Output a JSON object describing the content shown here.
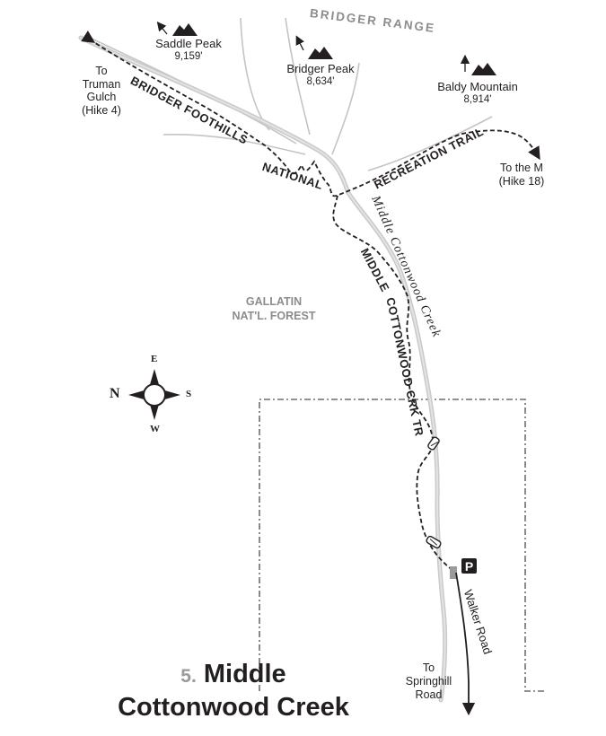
{
  "range_label": "BRIDGER RANGE",
  "peaks": [
    {
      "name": "Saddle Peak",
      "elev": "9,159'"
    },
    {
      "name": "Bridger Peak",
      "elev": "8,634'"
    },
    {
      "name": "Baldy Mountain",
      "elev": "8,914'"
    }
  ],
  "destinations": {
    "truman": [
      "To",
      "Truman",
      "Gulch",
      "(Hike 4)"
    ],
    "the_m": [
      "To the M",
      "(Hike 18)"
    ],
    "springhill": [
      "To",
      "Springhill",
      "Road"
    ]
  },
  "trail_labels": {
    "bridger_foothills": "BRIDGER FOOTHILLS",
    "national": "NATIONAL",
    "recreation_trail": "RECREATION TRAIL",
    "middle": "MIDDLE",
    "cottonwood_crk_tr": "COTTONWOOD CRK TR"
  },
  "creek_label": "Middle Cottonwood Creek",
  "road_label": "Walker Road",
  "forest_label": [
    "GALLATIN",
    "NAT'L. FOREST"
  ],
  "compass": {
    "n": "N",
    "e": "E",
    "s": "S",
    "w": "W"
  },
  "parking_symbol": "P",
  "title": {
    "number": "5.",
    "line1": "Middle",
    "line2": "Cottonwood Creek"
  },
  "colors": {
    "stream": "#c9c9c9",
    "stream_edge": "#b5b5b5",
    "ink": "#231f20",
    "gray_text": "#8c8c8c"
  }
}
